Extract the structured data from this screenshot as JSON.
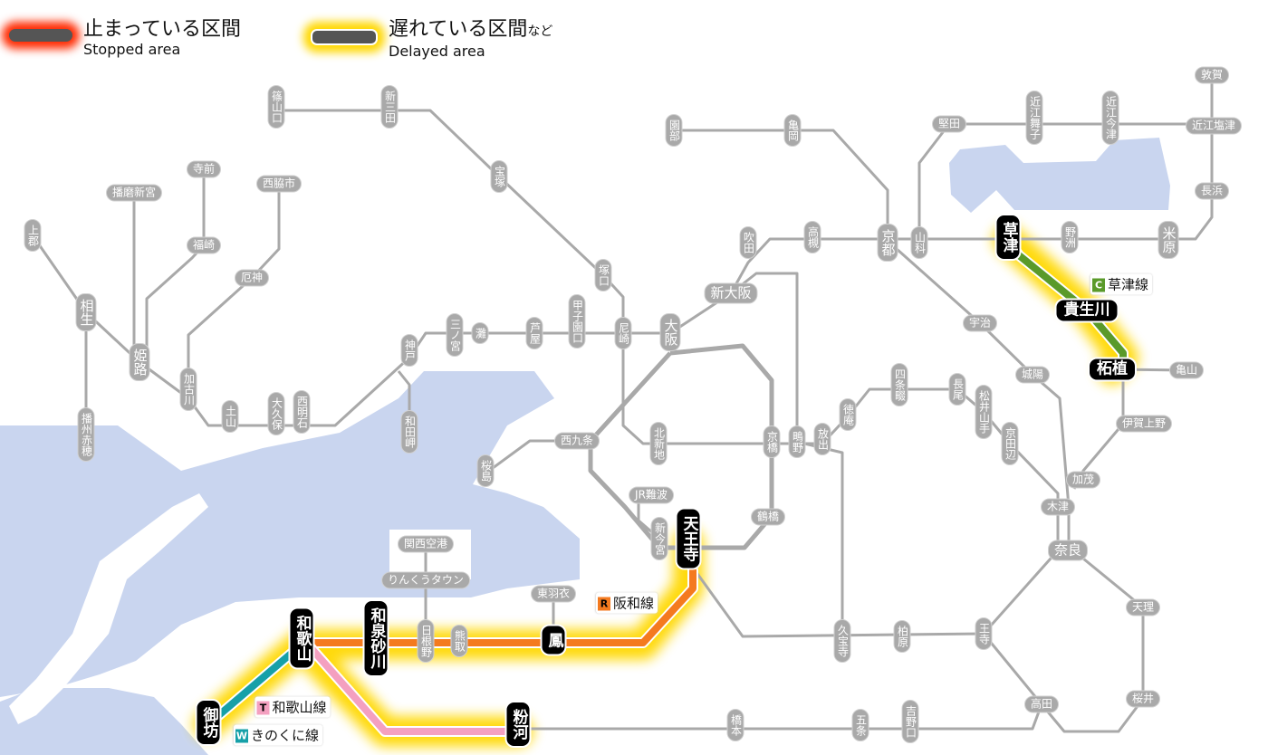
{
  "legend": {
    "stopped": {
      "title": "止まっている区間",
      "subtitle": "Stopped area",
      "glow": "#ff2a00"
    },
    "delayed": {
      "title": "遅れている区間",
      "suffix": "など",
      "subtitle": "Delayed area",
      "glow": "#ffd800"
    }
  },
  "colors": {
    "sea": "#c9d5ef",
    "line": "#a9a9a9",
    "kusatsu": "#5a9a2a",
    "hanwa": "#f47a1f",
    "wakayama": "#f4a0c0",
    "kinokuni": "#16a0a8",
    "glow": "#ffd800"
  },
  "routes": [
    {
      "badge": "C",
      "name": "草津線",
      "color": "#5a9a2a"
    },
    {
      "badge": "R",
      "name": "阪和線",
      "color": "#f47a1f"
    },
    {
      "badge": "T",
      "name": "和歌山線",
      "color": "#f4a0c0"
    },
    {
      "badge": "W",
      "name": "きのくに線",
      "color": "#16a0a8"
    }
  ],
  "stations": [
    "篠山口",
    "新三田",
    "宝塚",
    "塚口",
    "尼崎",
    "大阪",
    "新大阪",
    "吹田",
    "高槻",
    "園部",
    "亀岡",
    "京都",
    "山科",
    "堅田",
    "近江舞子",
    "近江今津",
    "敦賀",
    "近江塩津",
    "長浜",
    "米原",
    "野洲",
    "草津",
    "貴生川",
    "柘植",
    "亀山",
    "宇治",
    "城陽",
    "伊賀上野",
    "加茂",
    "木津",
    "奈良",
    "天理",
    "桜井",
    "高田",
    "王寺",
    "柏原",
    "久宝寺",
    "京田辺",
    "松井山手",
    "長尾",
    "四条畷",
    "徳庵",
    "放出",
    "鴫野",
    "京橋",
    "北新地",
    "西九条",
    "桜島",
    "JR難波",
    "新今宮",
    "天王寺",
    "鶴橋",
    "東羽衣",
    "鳳",
    "熊取",
    "日根野",
    "りんくうタウン",
    "関西空港",
    "和泉砂川",
    "和歌山",
    "御坊",
    "粉河",
    "橋本",
    "五条",
    "吉野口",
    "甲子園口",
    "芦屋",
    "灘",
    "三ノ宮",
    "神戸",
    "和田岬",
    "西明石",
    "大久保",
    "土山",
    "加古川",
    "厄神",
    "西脇市",
    "福崎",
    "寺前",
    "播磨新宮",
    "姫路",
    "相生",
    "上郡",
    "播州赤穂"
  ]
}
